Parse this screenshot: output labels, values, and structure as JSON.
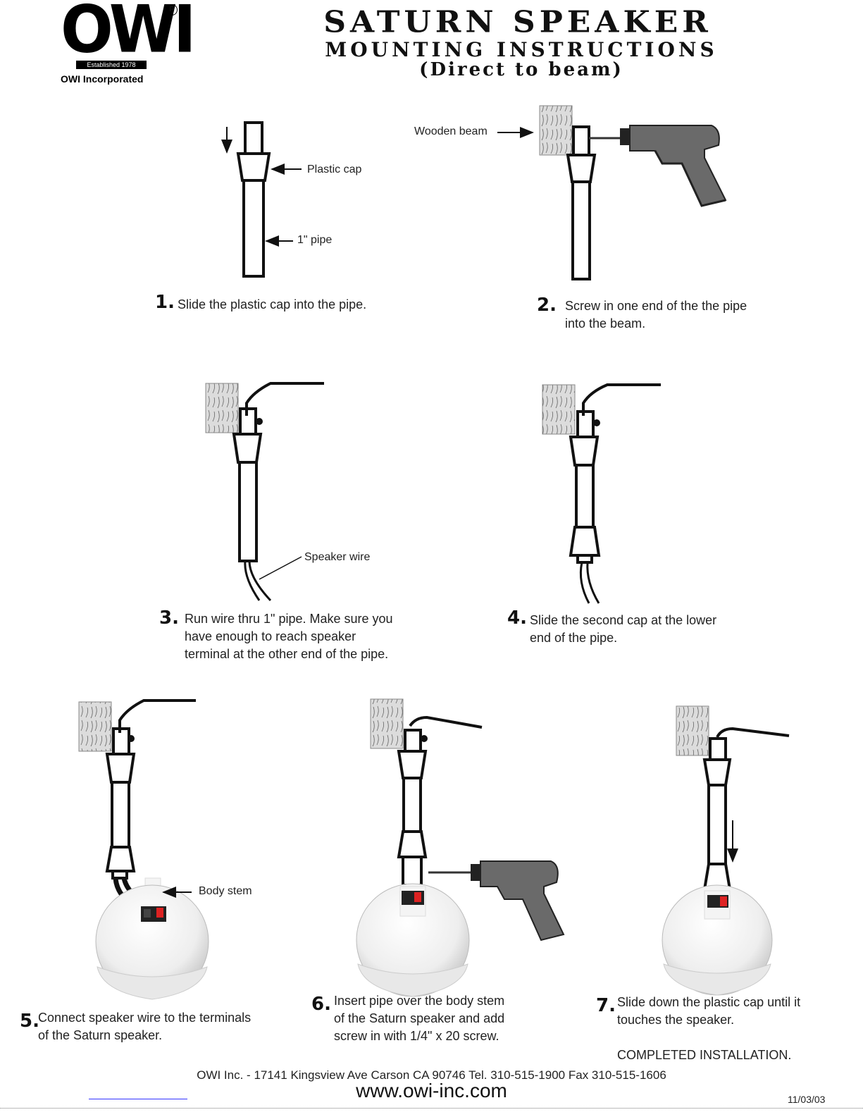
{
  "header": {
    "logo_text": "OWI",
    "logo_established": "Established 1978",
    "logo_registered": "R",
    "company": "OWI Incorporated",
    "title": "SATURN SPEAKER",
    "subtitle": "MOUNTING INSTRUCTIONS",
    "subtitle2": "(Direct to beam)"
  },
  "labels": {
    "plastic_cap": "Plastic cap",
    "pipe": "1\" pipe",
    "wooden_beam": "Wooden beam",
    "speaker_wire": "Speaker wire",
    "body_stem": "Body stem"
  },
  "steps": [
    {
      "num": "1.",
      "lines": [
        "Slide the plastic cap into the pipe."
      ]
    },
    {
      "num": "2.",
      "lines": [
        "Screw in one end of the the pipe",
        "into the beam."
      ]
    },
    {
      "num": "3.",
      "lines": [
        "Run wire thru 1\" pipe. Make sure you",
        "have enough to reach speaker",
        "terminal at the other end of the pipe."
      ]
    },
    {
      "num": "4.",
      "lines": [
        "Slide the second cap at the lower",
        "end of the pipe."
      ]
    },
    {
      "num": "5.",
      "lines": [
        "Connect speaker wire to the terminals",
        "of the Saturn speaker."
      ]
    },
    {
      "num": "6.",
      "lines": [
        "Insert pipe over the body stem",
        "of the Saturn speaker and add",
        "screw in with 1/4\" x 20 screw."
      ]
    },
    {
      "num": "7.",
      "lines": [
        "Slide down the plastic cap until it",
        "touches the speaker."
      ]
    }
  ],
  "completed": "COMPLETED INSTALLATION.",
  "footer": {
    "address": "OWI Inc. - 17141 Kingsview Ave Carson CA 90746  Tel. 310-515-1900 Fax 310-515-1606",
    "url": "www.owi-inc.com",
    "date": "11/03/03"
  }
}
